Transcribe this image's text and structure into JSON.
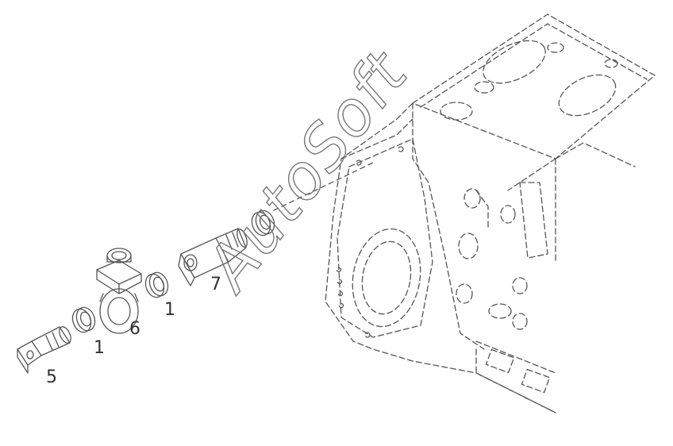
{
  "callouts": {
    "part_5": "5",
    "part_1a": "1",
    "part_6": "6",
    "part_1b": "1",
    "part_7": "7"
  },
  "watermark": {
    "text": "AutoSoft"
  },
  "colors": {
    "line": "#555555",
    "background": "#ffffff",
    "watermark_outline": "#777777"
  },
  "icons": [
    "banjo-bolt-icon",
    "sealing-washer-icon",
    "banjo-fitting-icon",
    "hose-adapter-icon",
    "engine-block-icon"
  ]
}
